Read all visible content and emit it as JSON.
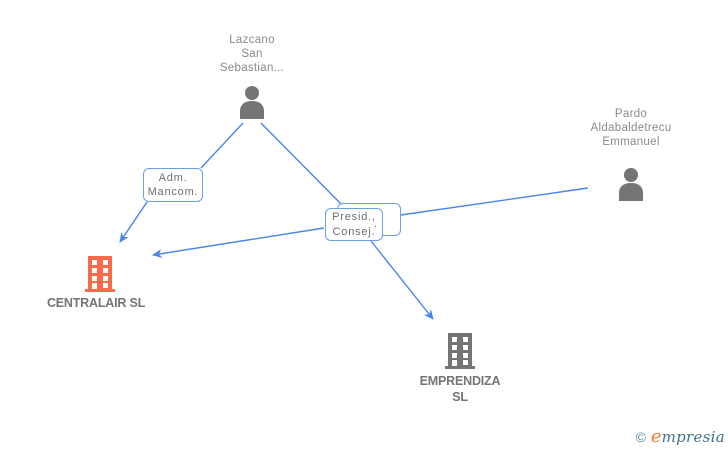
{
  "colors": {
    "edge_blue": "#4a86e8",
    "box_border_blue": "#6d9eeb",
    "person_name_gray": "#8a8a8a",
    "company_name_gray": "#747474",
    "icon_gray": "#757575",
    "building_orange": "#fb6b4b"
  },
  "nodes": {
    "lazcano": {
      "line1": "Lazcano",
      "line2": "San",
      "line3": "Sebastian..."
    },
    "pardo": {
      "line1": "Pardo",
      "line2": "Aldabaldetrecu",
      "line3": "Emmanuel"
    },
    "centralair": {
      "line1": "CENTRALAIR SL"
    },
    "emprendiza": {
      "line1": "EMPRENDIZA",
      "line2": "SL"
    }
  },
  "relation_labels": {
    "adm_mancom": {
      "line1": "Adm.",
      "line2": "Mancom."
    },
    "presid_consej": {
      "line1": "Presid.,",
      "line2": "Consej.",
      "overflow": "."
    }
  },
  "footer": {
    "copyright": "©",
    "brand_initial": "e",
    "brand_rest": "mpresia"
  }
}
